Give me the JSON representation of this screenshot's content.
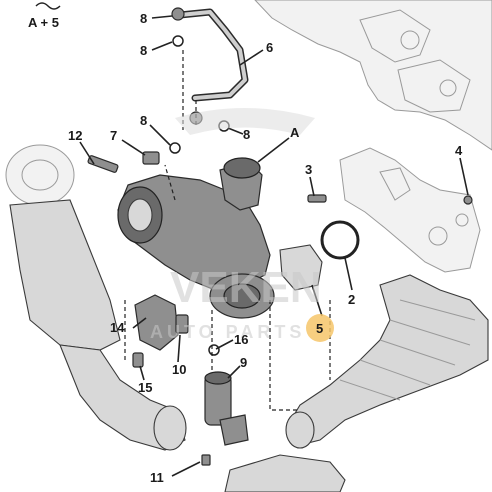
{
  "diagram": {
    "top_label": "A + 5",
    "callouts": [
      {
        "id": "c8a",
        "text": "8"
      },
      {
        "id": "c8b",
        "text": "8"
      },
      {
        "id": "c6",
        "text": "6"
      },
      {
        "id": "c12",
        "text": "12"
      },
      {
        "id": "c7",
        "text": "7"
      },
      {
        "id": "c8c",
        "text": "8"
      },
      {
        "id": "c8d",
        "text": "8"
      },
      {
        "id": "cA",
        "text": "A"
      },
      {
        "id": "c3",
        "text": "3"
      },
      {
        "id": "c4",
        "text": "4"
      },
      {
        "id": "c2",
        "text": "2"
      },
      {
        "id": "c5",
        "text": "5"
      },
      {
        "id": "c14",
        "text": "14"
      },
      {
        "id": "c10",
        "text": "10"
      },
      {
        "id": "c15",
        "text": "15"
      },
      {
        "id": "c16",
        "text": "16"
      },
      {
        "id": "c9",
        "text": "9"
      },
      {
        "id": "c11",
        "text": "11"
      }
    ],
    "watermark": {
      "line1": "VEKEN",
      "line2": "AUTO PARTS"
    },
    "colors": {
      "highlight": "#f6c66a",
      "line": "#222222",
      "part_fill": "#8f8f8f"
    }
  }
}
